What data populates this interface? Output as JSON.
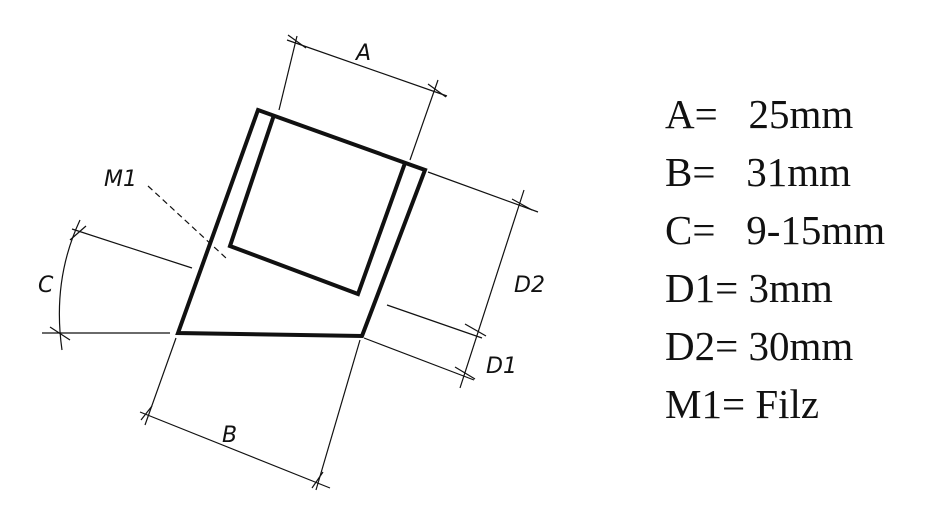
{
  "drawing": {
    "labels": {
      "A": "A",
      "B": "B",
      "C": "C",
      "D1": "D1",
      "D2": "D2",
      "M1": "M1"
    }
  },
  "specs": [
    {
      "key": "A=",
      "value": "25mm",
      "text": "A=   25mm"
    },
    {
      "key": "B=",
      "value": "31mm",
      "text": "B=   31mm"
    },
    {
      "key": "C=",
      "value": "9-15mm",
      "text": "C=   9-15mm"
    },
    {
      "key": "D1=",
      "value": "3mm",
      "text": "D1= 3mm"
    },
    {
      "key": "D2=",
      "value": "30mm",
      "text": "D2= 30mm"
    },
    {
      "key": "M1=",
      "value": "Filz",
      "text": "M1= Filz"
    }
  ]
}
